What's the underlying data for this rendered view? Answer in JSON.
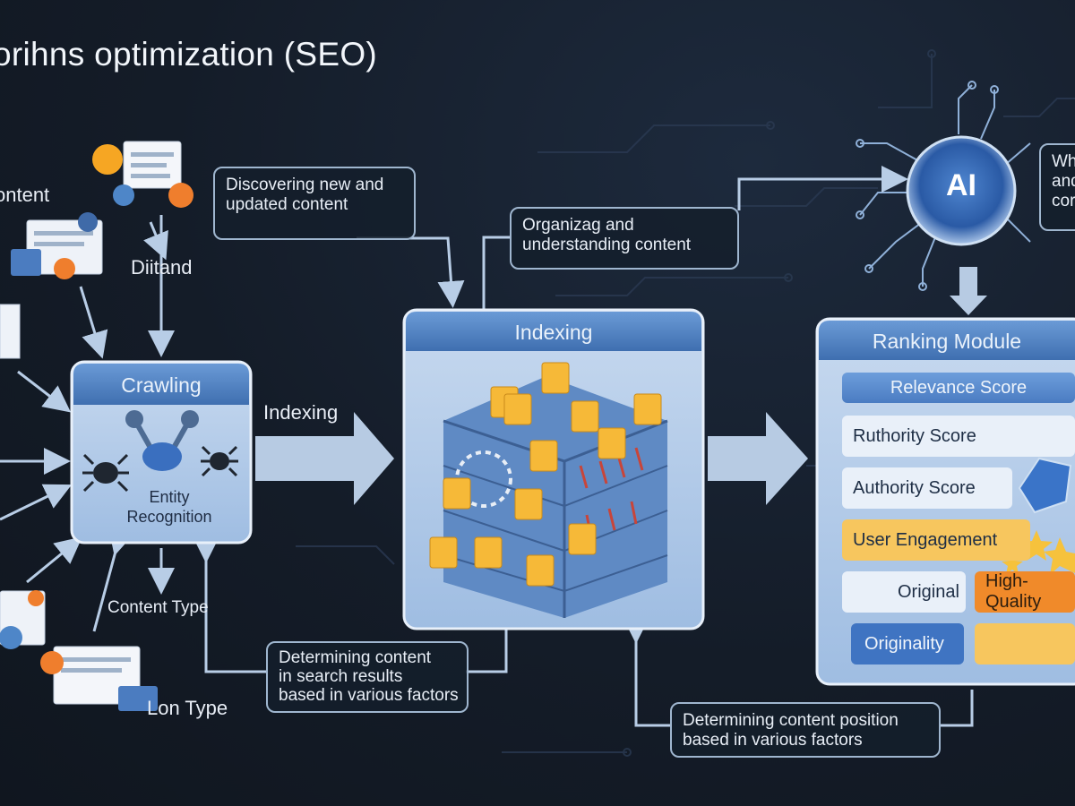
{
  "title": "orihns optimization (SEO)",
  "left_labels": {
    "content": "ontent",
    "diitand": "Diitand",
    "content_type": "Content Type",
    "con_type": "Lon Type"
  },
  "crawling": {
    "title": "Crawling",
    "entity_line1": "Entity",
    "entity_line2": "Recognition"
  },
  "arrow_label": "Indexing",
  "indexing": {
    "title": "Indexing"
  },
  "notes": {
    "discover": [
      "Discovering new and",
      "updated content"
    ],
    "organize": [
      "Organizag and",
      "understanding content"
    ],
    "determine1": [
      "Determining content",
      "in search results",
      "based in various factors"
    ],
    "determine2": [
      "Determining content position",
      "based in various factors"
    ],
    "ai_side": [
      "Wh",
      "and",
      "cor"
    ]
  },
  "ai_badge": "AI",
  "ranking": {
    "title": "Ranking Module",
    "relevance": "Relevance Score",
    "authority1": "Ruthority Score",
    "authority2": "Authority Score",
    "engagement": "User Engagement",
    "original": "Original",
    "high_quality": "High-Quality",
    "originality": "Originality"
  },
  "colors": {
    "background": "#141c28",
    "panel_blue": "#4f7fc0",
    "panel_light": "#c9daf0",
    "arrow": "#b9cde4",
    "amber": "#f6b938",
    "orange": "#f08a2a"
  }
}
